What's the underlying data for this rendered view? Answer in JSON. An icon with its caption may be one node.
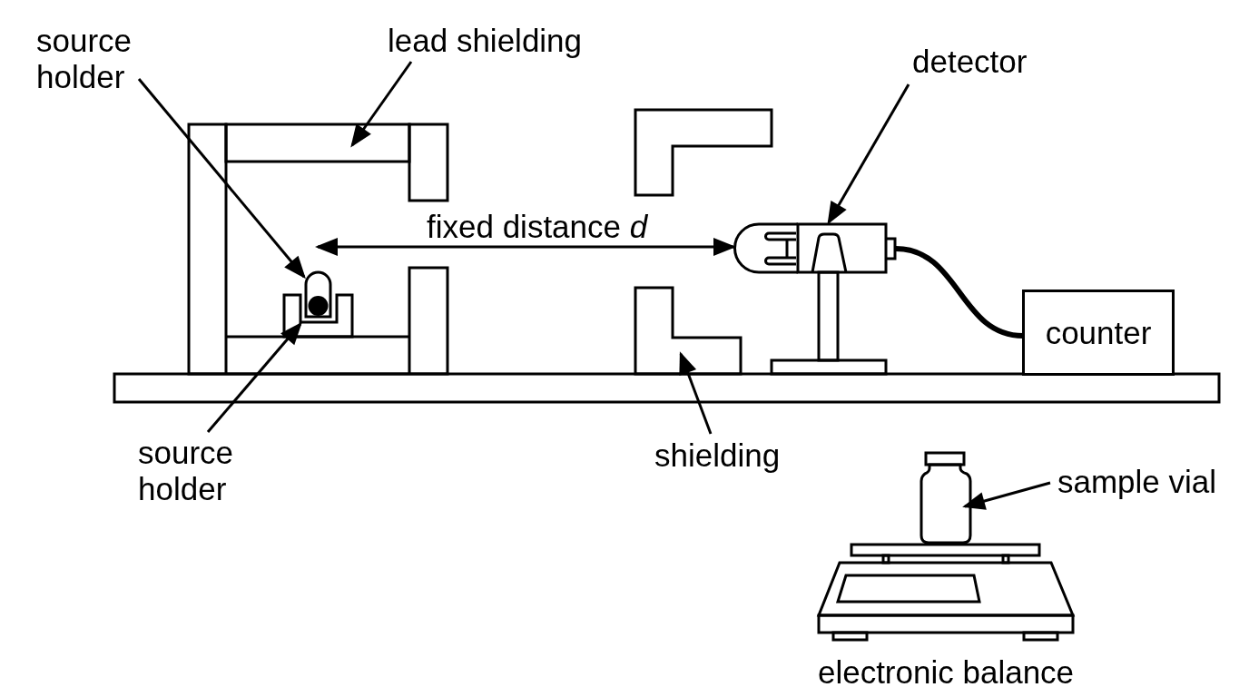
{
  "diagram": {
    "nodes": [
      {
        "text": [
          "source holder"
        ]
      },
      {
        "text": [
          "lead shielding"
        ]
      },
      {
        "text": [
          "detector"
        ]
      },
      {
        "text": [],
        "shape": "bar"
      },
      {
        "text": [],
        "shape": "box"
      },
      {
        "text": [],
        "shape": "picture"
      },
      {
        "text": [],
        "shape": "picture"
      },
      {
        "text": [],
        "shape": "picture"
      },
      {
        "text": [
          "counter"
        ]
      },
      {
        "text": [],
        "shape": "box"
      },
      {
        "text": [],
        "shape": "bar"
      },
      {
        "text": [
          "source holder"
        ]
      },
      {
        "text": [
          "shielding"
        ]
      },
      {
        "text": [],
        "shape": "bottle"
      },
      {
        "text": [
          "sample vial"
        ]
      },
      {
        "text": [],
        "shape": "picture",
        "beside": [
          "electronic balance"
        ]
      }
    ],
    "edges": [
      {
        "from": 0,
        "to": 5,
        "arrow": "to"
      },
      {
        "from": 1,
        "to": 3,
        "arrow": "to"
      },
      {
        "from": 2,
        "to": 6,
        "arrow": "to"
      },
      {
        "from": 5,
        "to": 6,
        "arrow": "both",
        "label": "fixed distance *d*"
      },
      {
        "from": 6,
        "to": 8,
        "arrow": "none",
        "style": "thick"
      },
      {
        "from": 11,
        "to": 7,
        "arrow": "to"
      },
      {
        "from": 12,
        "to": 9,
        "arrow": "to"
      },
      {
        "from": 14,
        "to": 13,
        "arrow": "to"
      }
    ]
  }
}
